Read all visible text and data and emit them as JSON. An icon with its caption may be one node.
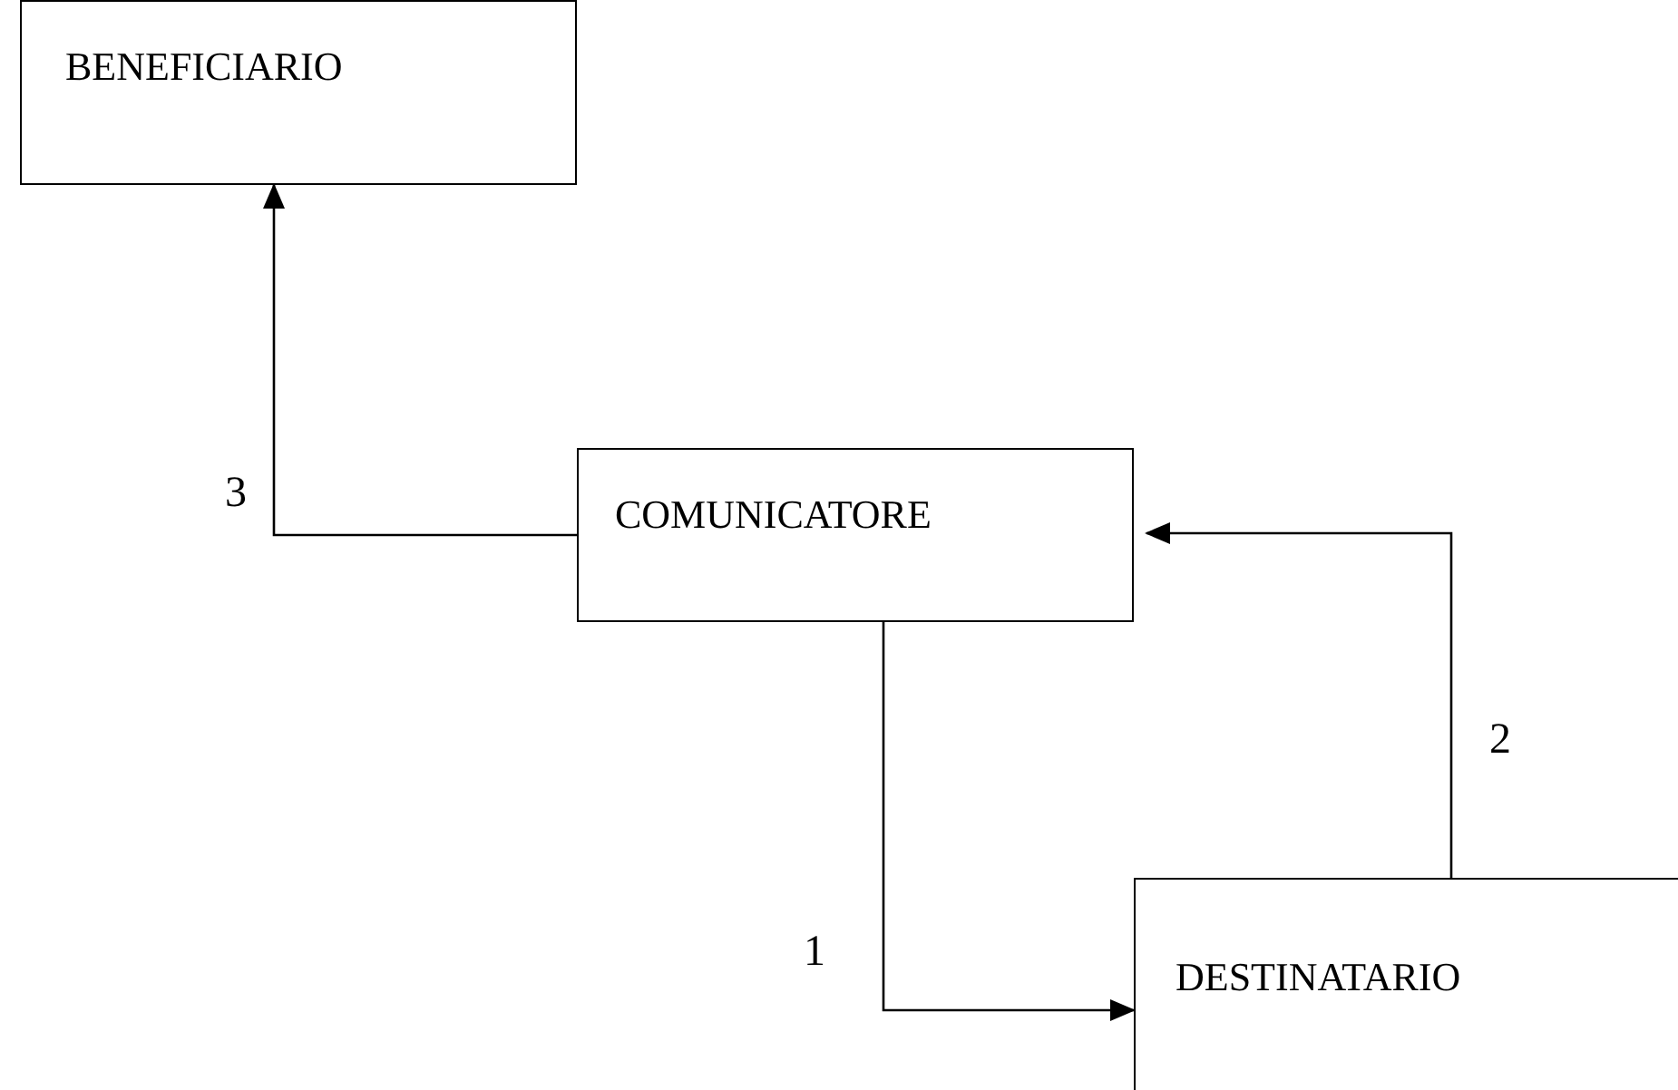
{
  "diagram": {
    "nodes": [
      {
        "text": [
          "BENEFICIARIO"
        ]
      },
      {
        "text": [
          "COMUNICATORE"
        ]
      },
      {
        "text": [
          "DESTINATARIO"
        ]
      }
    ],
    "edges": [
      {
        "from": 1,
        "to": 0,
        "arrow": "to",
        "label": "3"
      },
      {
        "from": 1,
        "to": 2,
        "arrow": "to",
        "label": "1"
      },
      {
        "from": 2,
        "to": 1,
        "arrow": "to",
        "label": "2"
      }
    ]
  }
}
